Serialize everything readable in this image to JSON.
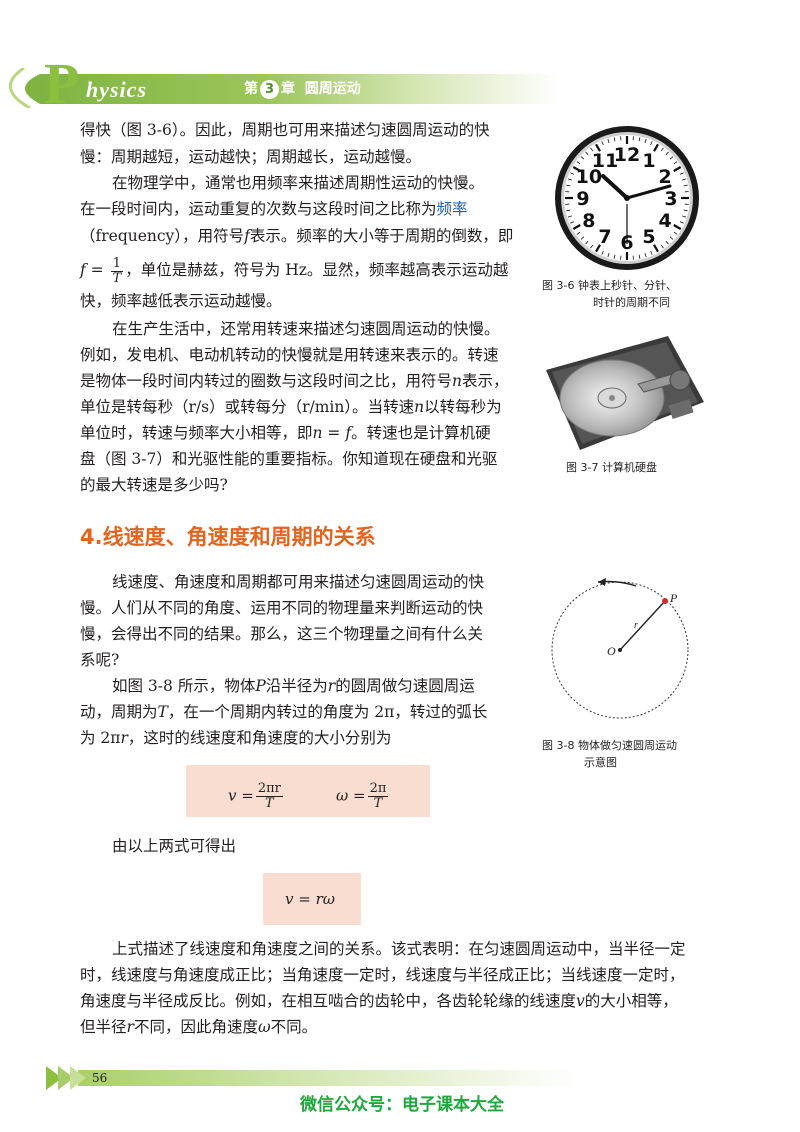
{
  "header": {
    "logo_initial": "P",
    "logo_rest": "hysics",
    "chapter_prefix": "第",
    "chapter_number": "3",
    "chapter_suffix": "章",
    "chapter_title": "圆周运动"
  },
  "para1": {
    "l1": "得快（图 3-6）。因此，周期也可用来描述匀速圆周运动的快",
    "l2": "慢：周期越短，运动越快；周期越长，运动越慢。"
  },
  "para2": {
    "l1": "在物理学中，通常也用频率来描述周期性运动的快慢。",
    "l2_a": "在一段时间内，运动重复的次数与这段时间之比称为",
    "l2_term": "频率",
    "l3_a": "（frequency），用符号",
    "l3_sym": "f",
    "l3_b": "表示。频率的大小等于周期的倒数，即",
    "l4_lhs": "f",
    "l4_eq": " = ",
    "l4_num": "1",
    "l4_den": "T",
    "l4_b": "，单位是赫兹，符号为 Hz。显然，频率越高表示运动越",
    "l5": "快，频率越低表示运动越慢。"
  },
  "para3": {
    "l1": "在生产生活中，还常用转速来描述匀速圆周运动的快慢。",
    "l2": "例如，发电机、电动机转动的快慢就是用转速来表示的。转速",
    "l3_a": "是物体一段时间内转过的圈数与这段时间之比，用符号",
    "l3_sym": "n",
    "l3_b": "表示，",
    "l4": "单位是转每秒（r/s）或转每分（r/min）。当转速",
    "l4_sym": "n",
    "l4_b": "以转每秒为",
    "l5_a": "单位时，转速与频率大小相等，即",
    "l5_eq": "n = f",
    "l5_b": "。转速也是计算机硬",
    "l6": "盘（图 3-7）和光驱性能的重要指标。你知道现在硬盘和光驱",
    "l7": "的最大转速是多少吗?"
  },
  "section": {
    "heading": "4.线速度、角速度和周期的关系"
  },
  "para4": {
    "l1": "线速度、角速度和周期都可用来描述匀速圆周运动的快",
    "l2": "慢。人们从不同的角度、运用不同的物理量来判断运动的快",
    "l3": "慢，会得出不同的结果。那么，这三个物理量之间有什么关",
    "l4": "系呢?"
  },
  "para5": {
    "l1_a": "如图 3-8 所示，物体",
    "l1_p": "P",
    "l1_b": "沿半径为",
    "l1_r": "r",
    "l1_c": "的圆周做匀速圆周运",
    "l2_a": "动，周期为",
    "l2_t": "T",
    "l2_b": "，在一个周期内转过的角度为 2π，转过的弧长",
    "l3_a": "为 2π",
    "l3_r": "r",
    "l3_b": "，这时的线速度和角速度的大小分别为"
  },
  "formula1": {
    "v_lhs": "v =",
    "v_num": "2πr",
    "v_den": "T",
    "w_lhs": "ω =",
    "w_num": "2π",
    "w_den": "T"
  },
  "derive": {
    "text": "由以上两式可得出"
  },
  "formula2": {
    "text": "v = rω"
  },
  "para6": {
    "l1": "上式描述了线速度和角速度之间的关系。该式表明：在匀速圆周运动中，当半径一定",
    "l2": "时，线速度与角速度成正比；当角速度一定时，线速度与半径成正比；当线速度一定时，",
    "l3_a": "角速度与半径成反比。例如，在相互啮合的齿轮中，各齿轮轮缘的线速度",
    "l3_v": "v",
    "l3_b": "的大小相等，",
    "l4_a": "但半径",
    "l4_r": "r",
    "l4_b": "不同，因此角速度",
    "l4_w": "ω",
    "l4_c": "不同。"
  },
  "figures": {
    "clock": {
      "numbers": [
        "12",
        "1",
        "2",
        "3",
        "4",
        "5",
        "6",
        "7",
        "8",
        "9",
        "10",
        "11"
      ],
      "caption_l1": "图 3-6   钟表上秒针、分针、",
      "caption_l2": "时针的周期不同"
    },
    "disk": {
      "caption": "图 3-7   计算机硬盘"
    },
    "circle": {
      "label_p": "P",
      "label_o": "O",
      "label_r": "r",
      "caption_l1": "图 3-8   物体做匀速圆周运动",
      "caption_l2": "示意图"
    }
  },
  "footer": {
    "page_number": "56",
    "watermark": "微信公众号：电子课本大全"
  },
  "colors": {
    "accent_green": "#8dbf3f",
    "heading_orange": "#e3641e",
    "term_blue": "#1f5ea8",
    "formula_bg": "#f9ddd0",
    "watermark_green": "#1fa83c"
  }
}
